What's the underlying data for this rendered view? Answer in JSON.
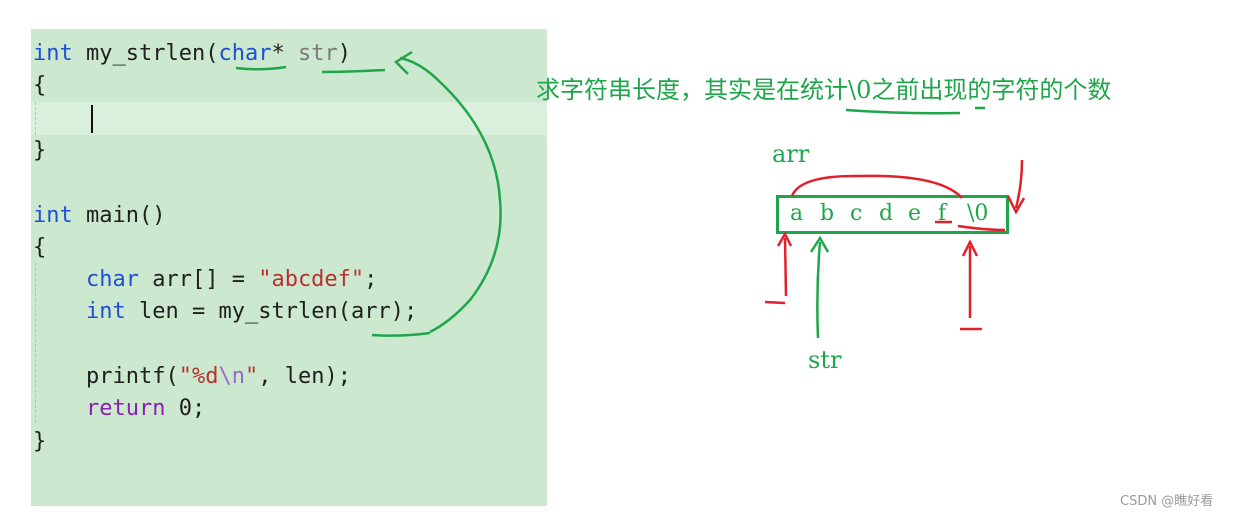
{
  "code": {
    "lines": [
      [
        {
          "t": "int",
          "c": "kw-type"
        },
        {
          "t": " ",
          "c": "punct"
        },
        {
          "t": "my_strlen",
          "c": "ident"
        },
        {
          "t": "(",
          "c": "punct"
        },
        {
          "t": "char",
          "c": "kw-type"
        },
        {
          "t": "* ",
          "c": "punct"
        },
        {
          "t": "str",
          "c": "ident-param"
        },
        {
          "t": ")",
          "c": "punct"
        }
      ],
      [
        {
          "t": "{",
          "c": "punct"
        }
      ],
      [],
      [
        {
          "t": "}",
          "c": "punct"
        }
      ],
      [],
      [
        {
          "t": "int",
          "c": "kw-type"
        },
        {
          "t": " ",
          "c": "punct"
        },
        {
          "t": "main",
          "c": "ident"
        },
        {
          "t": "()",
          "c": "punct"
        }
      ],
      [
        {
          "t": "{",
          "c": "punct"
        }
      ],
      [
        {
          "t": "    ",
          "c": "punct"
        },
        {
          "t": "char",
          "c": "kw-type"
        },
        {
          "t": " ",
          "c": "punct"
        },
        {
          "t": "arr",
          "c": "ident"
        },
        {
          "t": "[] = ",
          "c": "punct"
        },
        {
          "t": "\"abcdef\"",
          "c": "str"
        },
        {
          "t": ";",
          "c": "punct"
        }
      ],
      [
        {
          "t": "    ",
          "c": "punct"
        },
        {
          "t": "int",
          "c": "kw-type"
        },
        {
          "t": " ",
          "c": "punct"
        },
        {
          "t": "len",
          "c": "ident"
        },
        {
          "t": " = ",
          "c": "punct"
        },
        {
          "t": "my_strlen",
          "c": "ident"
        },
        {
          "t": "(",
          "c": "punct"
        },
        {
          "t": "arr",
          "c": "ident"
        },
        {
          "t": ");",
          "c": "punct"
        }
      ],
      [],
      [
        {
          "t": "    ",
          "c": "punct"
        },
        {
          "t": "printf",
          "c": "ident"
        },
        {
          "t": "(",
          "c": "punct"
        },
        {
          "t": "\"%d",
          "c": "str"
        },
        {
          "t": "\\n",
          "c": "esc"
        },
        {
          "t": "\"",
          "c": "str"
        },
        {
          "t": ", ",
          "c": "punct"
        },
        {
          "t": "len",
          "c": "ident"
        },
        {
          "t": ");",
          "c": "punct"
        }
      ],
      [
        {
          "t": "    ",
          "c": "punct"
        },
        {
          "t": "return",
          "c": "kw-ctrl"
        },
        {
          "t": " ",
          "c": "punct"
        },
        {
          "t": "0",
          "c": "num"
        },
        {
          "t": ";",
          "c": "punct"
        }
      ],
      [
        {
          "t": "}",
          "c": "punct"
        }
      ]
    ]
  },
  "annotations": {
    "note": "求字符串长度，其实是在统计\\0之前出现的字符的个数",
    "arr_label": "arr",
    "str_label": "str",
    "cells": [
      "a",
      "b",
      "c",
      "d",
      "e",
      "f",
      "\\0"
    ]
  },
  "watermark": "CSDN @瞧好看",
  "colors": {
    "panel": "#cce8cf",
    "annotation_green": "#1fa64a",
    "annotation_red": "#e0202a"
  }
}
